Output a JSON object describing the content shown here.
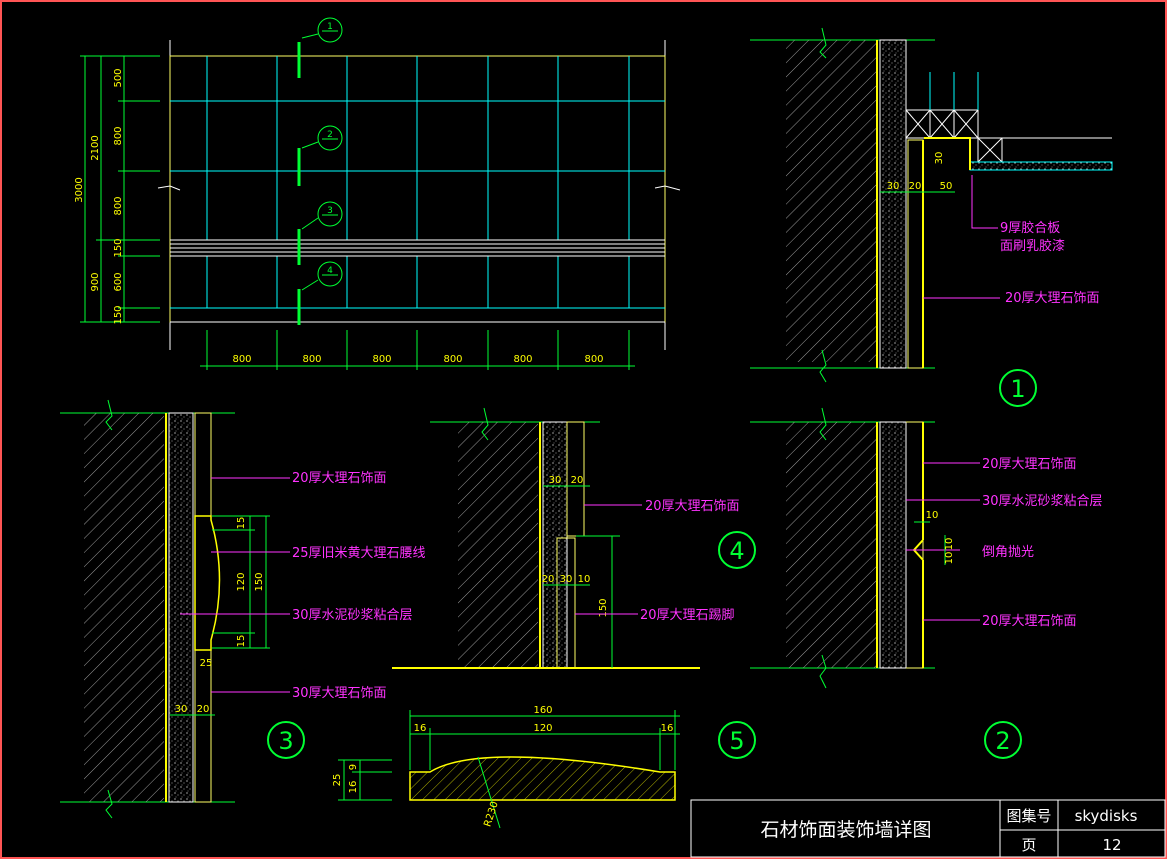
{
  "title_block": {
    "title": "石材饰面装饰墙详图",
    "atlas_label": "图集号",
    "atlas_value": "skydisks",
    "page_label": "页",
    "page_value": "12"
  },
  "elevation": {
    "bubbles": [
      "1",
      "2",
      "3",
      "4"
    ],
    "dims_bottom": [
      "800",
      "800",
      "800",
      "800",
      "800",
      "800"
    ],
    "dims_left_outer": "3000",
    "dims_left_mid": [
      "2100",
      "900"
    ],
    "dims_left_inner": [
      "500",
      "800",
      "800",
      "150",
      "600",
      "150"
    ]
  },
  "detail_1": {
    "number": "1",
    "dims": [
      "30",
      "20",
      "50",
      "30"
    ],
    "labels": [
      "9厚胶合板",
      "面刷乳胶漆",
      "20厚大理石饰面"
    ]
  },
  "detail_2": {
    "number": "2",
    "dims": [
      "10",
      "10",
      "10"
    ],
    "labels": [
      "20厚大理石饰面",
      "30厚水泥砂浆粘合层",
      "倒角抛光",
      "20厚大理石饰面"
    ]
  },
  "detail_3": {
    "number": "3",
    "dims": [
      "15",
      "120",
      "150",
      "15",
      "25",
      "30",
      "20"
    ],
    "labels": [
      "20厚大理石饰面",
      "25厚旧米黄大理石腰线",
      "30厚水泥砂浆粘合层",
      "30厚大理石饰面"
    ]
  },
  "detail_4": {
    "number": "4",
    "dims": [
      "30",
      "20",
      "20",
      "30",
      "10",
      "150"
    ],
    "labels": [
      "20厚大理石饰面",
      "20厚大理石踢脚"
    ]
  },
  "detail_5": {
    "number": "5",
    "dims": [
      "160",
      "16",
      "120",
      "16",
      "25",
      "16",
      "9",
      "R230"
    ]
  }
}
